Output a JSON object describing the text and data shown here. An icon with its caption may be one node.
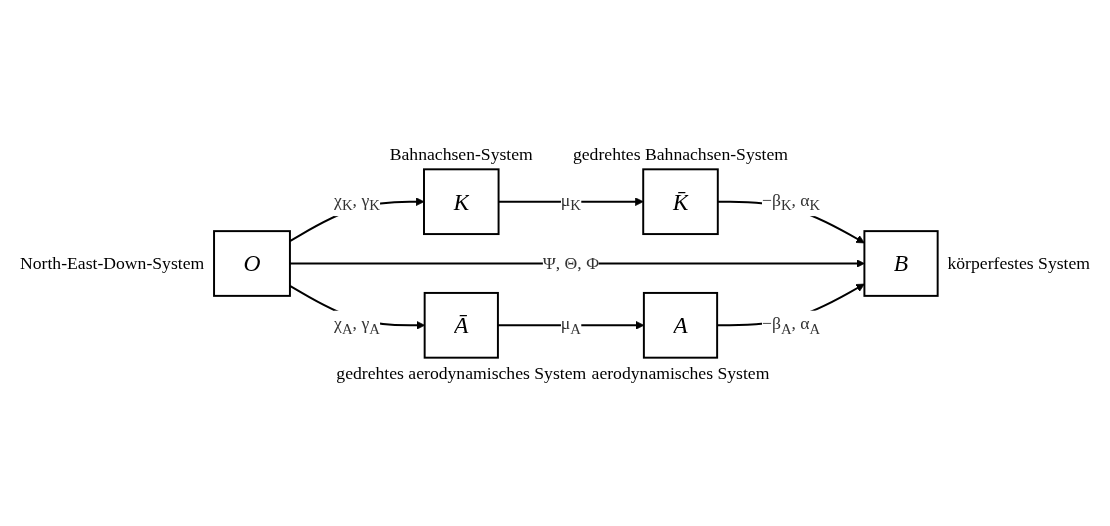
{
  "diagram": {
    "nodes": [
      {
        "text": [
          "O"
        ],
        "beside": [
          "North-East-Down-System"
        ]
      },
      {
        "text": [
          "K"
        ],
        "beside": [
          "Bahnachsen-System"
        ]
      },
      {
        "text": [
          "K̄"
        ],
        "beside": [
          "gedrehtes Bahnachsen-System"
        ]
      },
      {
        "text": [
          "B"
        ],
        "beside": [
          "körperfestes System"
        ]
      },
      {
        "text": [
          "Ā"
        ],
        "beside": [
          "gedrehtes aerodynamisches System"
        ]
      },
      {
        "text": [
          "A"
        ],
        "beside": [
          "aerodynamisches System"
        ]
      }
    ],
    "edges": [
      {
        "from": 0,
        "to": 1,
        "arrow": "to",
        "label": "χ$_{K}$, γ$_{K}$"
      },
      {
        "from": 1,
        "to": 2,
        "arrow": "to",
        "label": "μ$_{K}$"
      },
      {
        "from": 2,
        "to": 3,
        "arrow": "to",
        "label": "−β$_{K}$, α$_{K}$"
      },
      {
        "from": 0,
        "to": 3,
        "arrow": "to",
        "label": "Ψ, Θ, Φ"
      },
      {
        "from": 0,
        "to": 4,
        "arrow": "to",
        "label": "χ$_{A}$, γ$_{A}$"
      },
      {
        "from": 4,
        "to": 5,
        "arrow": "to",
        "label": "μ$_{A}$"
      },
      {
        "from": 5,
        "to": 3,
        "arrow": "to",
        "label": "−β$_{A}$, α$_{A}$"
      }
    ]
  }
}
